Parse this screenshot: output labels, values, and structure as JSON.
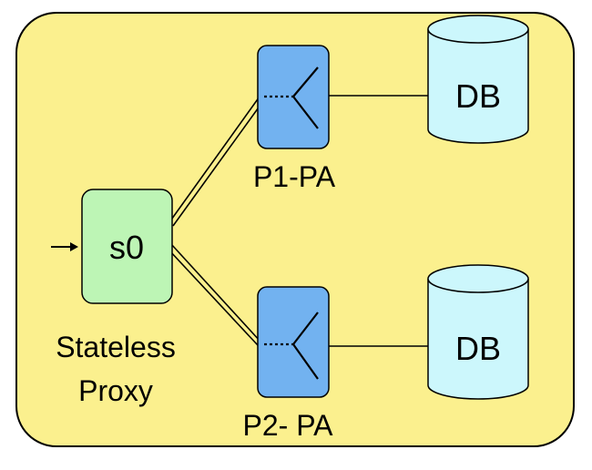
{
  "nodes": {
    "proxy": {
      "label": "s0",
      "caption_line1": "Stateless",
      "caption_line2": "Proxy"
    },
    "pa1": {
      "label": "P1-PA"
    },
    "pa2": {
      "label": "P2- PA"
    },
    "db1": {
      "label": "DB"
    },
    "db2": {
      "label": "DB"
    }
  },
  "colors": {
    "container_fill": "#FBF08E",
    "proxy_fill": "#BDF5B5",
    "pa_fill": "#72B2F0",
    "db_fill": "#CCF7FC",
    "stroke": "#000000"
  }
}
